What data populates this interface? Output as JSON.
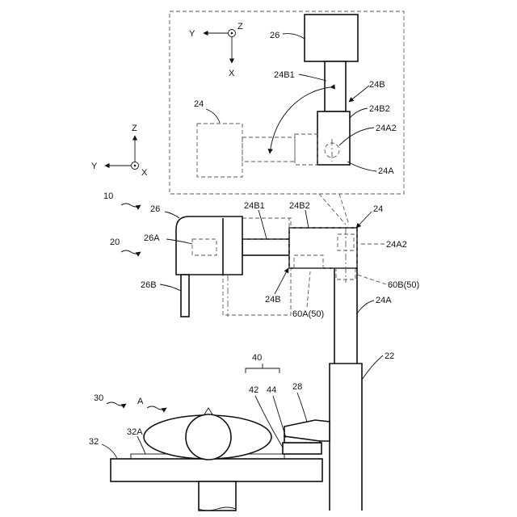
{
  "labels": {
    "ref_10": "10",
    "ref_20": "20",
    "ref_30": "30",
    "ref_32": "32",
    "ref_32A": "32A",
    "ref_A": "A",
    "ref_22": "22",
    "ref_24": "24",
    "ref_24A": "24A",
    "ref_24A2": "24A2",
    "ref_24B": "24B",
    "ref_24B1": "24B1",
    "ref_24B2": "24B2",
    "ref_26": "26",
    "ref_26A": "26A",
    "ref_26B": "26B",
    "ref_28": "28",
    "ref_40": "40",
    "ref_42": "42",
    "ref_44": "44",
    "ref_60A": "60A(50)",
    "ref_60B": "60B(50)"
  },
  "inset": {
    "ref_26": "26",
    "ref_24": "24",
    "ref_24A": "24A",
    "ref_24A2": "24A2",
    "ref_24B": "24B",
    "ref_24B1": "24B1",
    "ref_24B2": "24B2"
  },
  "axes_main": {
    "z": "Z",
    "y": "Y",
    "x": "X"
  },
  "axes_inset": {
    "z": "Z",
    "y": "Y",
    "x": "X"
  }
}
